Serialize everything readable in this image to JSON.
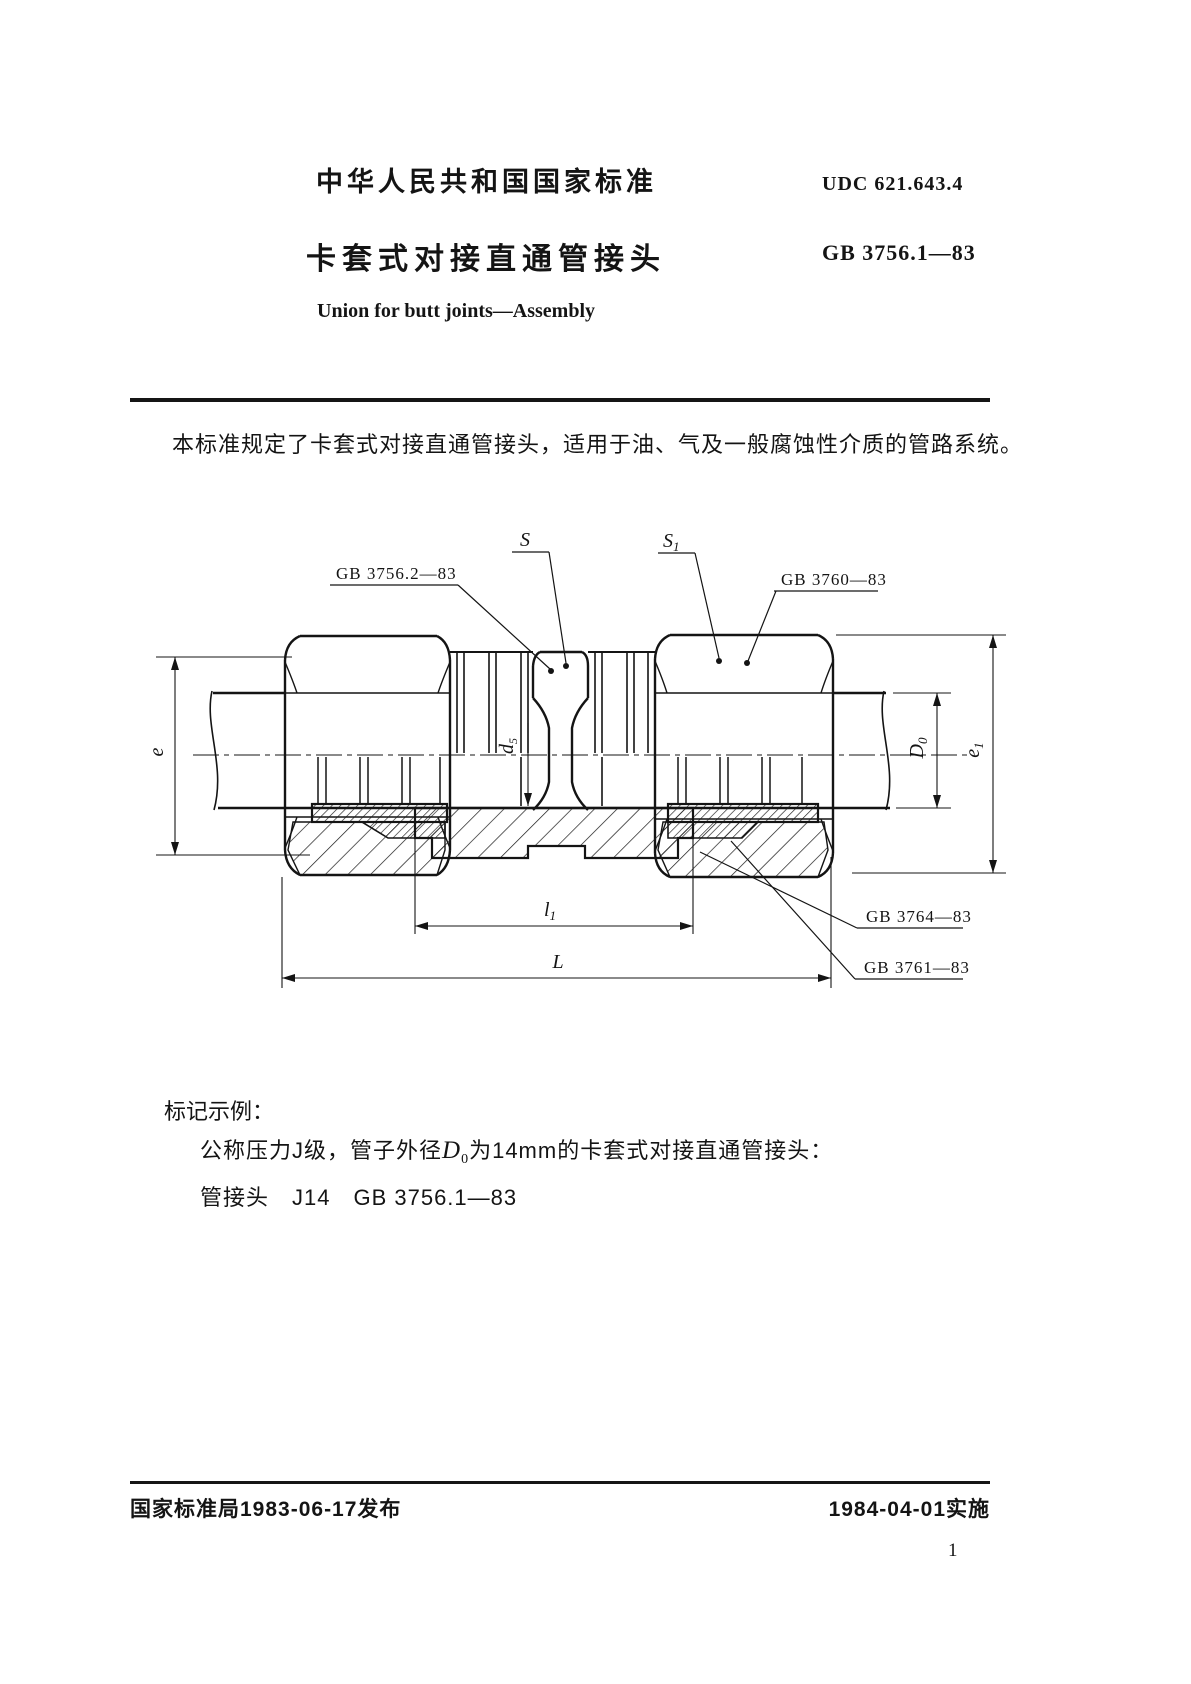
{
  "header": {
    "standard_header": "中华人民共和国国家标准",
    "udc": "UDC 621.643.4",
    "title_cn": "卡套式对接直通管接头",
    "standard_no": "GB 3756.1—83",
    "title_en": "Union for butt joints—Assembly"
  },
  "scope_text": "本标准规定了卡套式对接直通管接头，适用于油、气及一般腐蚀性介质的管路系统。",
  "marking": {
    "heading": "标记示例：",
    "line1_pre": "公称压力J级，管子外径",
    "line1_d": "D",
    "line1_dsub": "0",
    "line1_post": "为14mm的卡套式对接直通管接头：",
    "line2": "管接头　J14　GB 3756.1—83"
  },
  "figure": {
    "labels": {
      "gb37562": "GB 3756.2—83",
      "s": "S",
      "s1_main": "S",
      "s1_sub": "1",
      "gb3760": "GB 3760—83",
      "gb3764": "GB 3764—83",
      "gb3761": "GB 3761—83"
    },
    "dims": {
      "e": "e",
      "e1_main": "e",
      "e1_sub": "1",
      "d0_main": "D",
      "d0_sub": "0",
      "d5_main": "d",
      "d5_sub": "5",
      "l1_main": "l",
      "l1_sub": "1",
      "L": "L"
    }
  },
  "footer": {
    "issued": "国家标准局1983-06-17发布",
    "implemented": "1984-04-01实施",
    "page_number": "1"
  },
  "colors": {
    "ink": "#141414",
    "paper": "#ffffff"
  }
}
